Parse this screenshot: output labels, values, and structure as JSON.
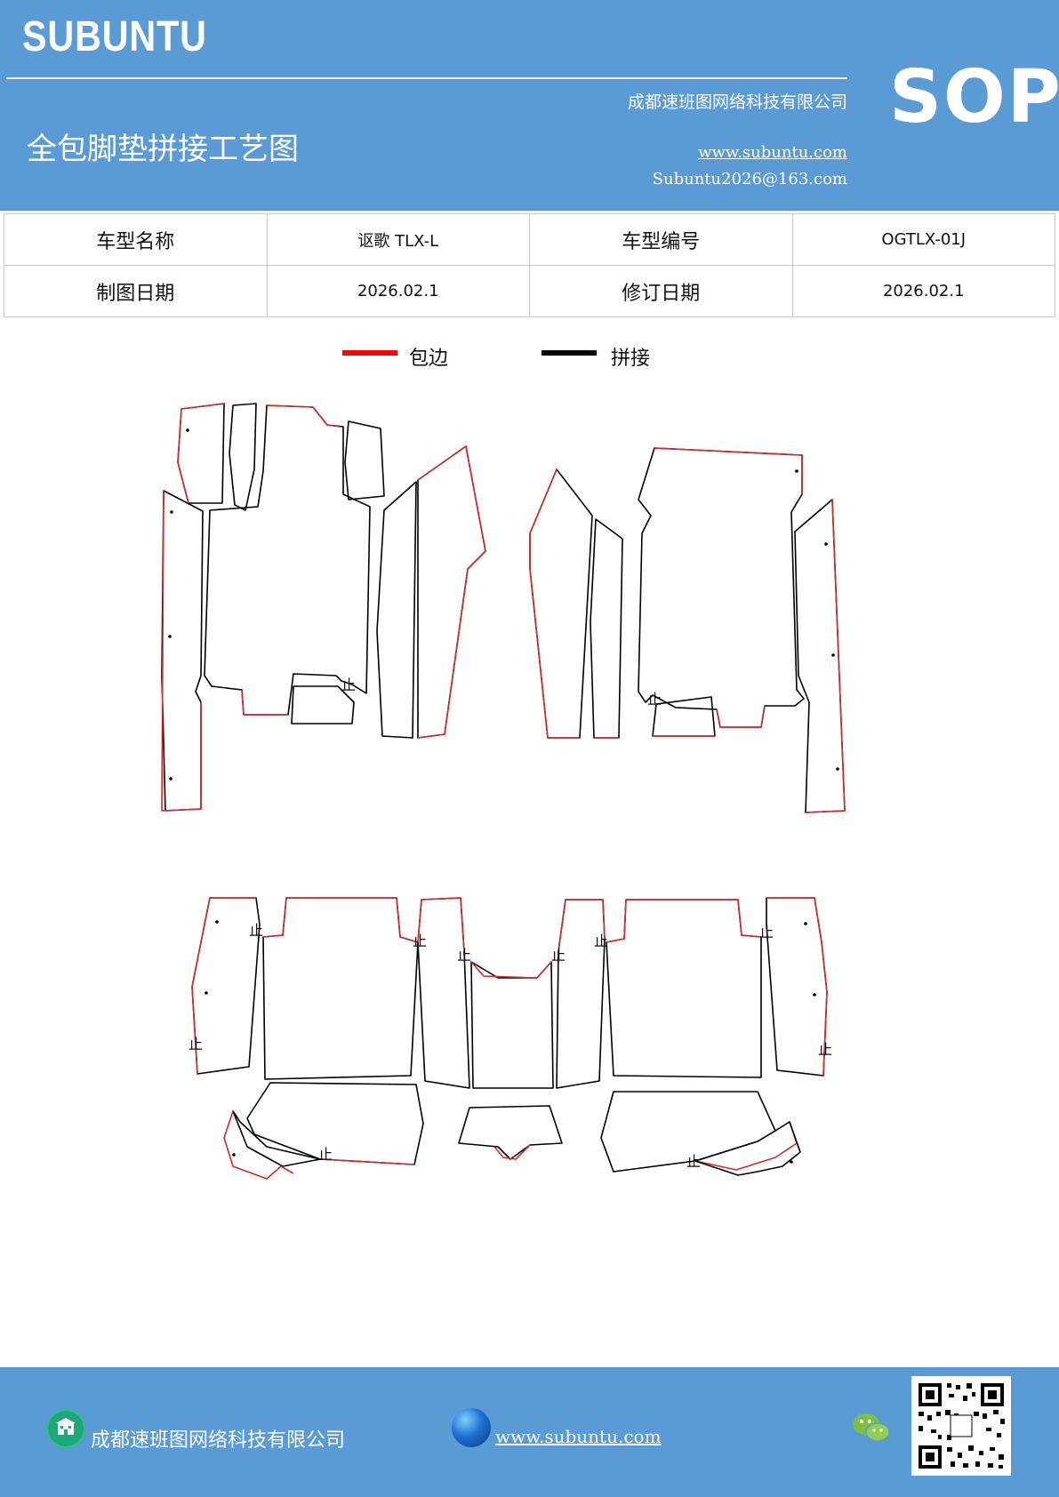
{
  "header": {
    "brand": "SUBUNTU",
    "badge": "SOP",
    "company": "成都速班图网络科技有限公司",
    "title": "全包脚垫拼接工艺图",
    "website": "www.subuntu.com",
    "email": "Subuntu2026@163.com"
  },
  "info_table": {
    "row1": {
      "label1": "车型名称",
      "value1": "讴歌 TLX-L",
      "label2": "车型编号",
      "value2": "OGTLX-01J"
    },
    "row2": {
      "label1": "制图日期",
      "value1": "2026.02.1",
      "label2": "修订日期",
      "value2": "2026.02.1"
    }
  },
  "legend": {
    "edge": {
      "label": "包边",
      "color": "#ff0000"
    },
    "join": {
      "label": "拼接",
      "color": "#000000"
    }
  },
  "diagram": {
    "marker_glyph": "止"
  },
  "footer": {
    "company": "成都速班图网络科技有限公司",
    "website": "www.subuntu.com",
    "company_icon": "building-icon",
    "web_icon": "globe-icon",
    "wechat_icon": "wechat-icon",
    "qr_icon": "qr-code-icon"
  }
}
